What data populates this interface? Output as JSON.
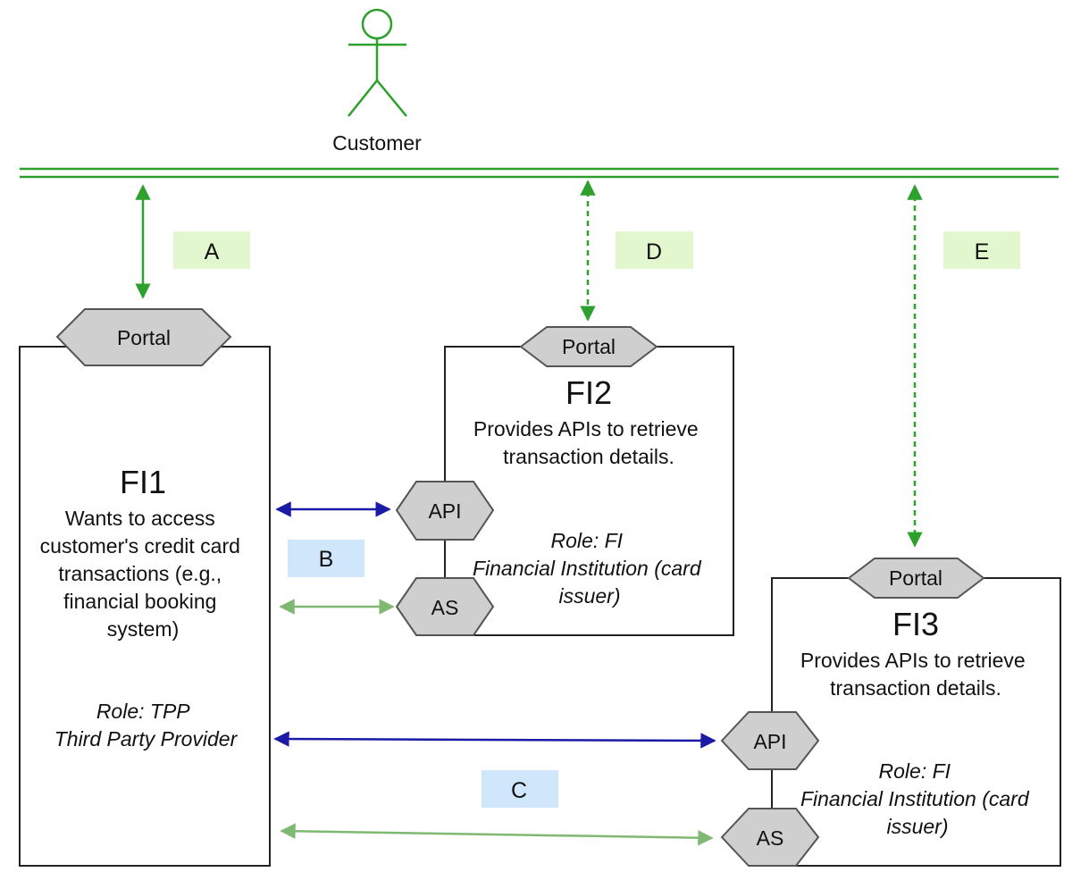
{
  "customer": {
    "label": "Customer"
  },
  "colors": {
    "green": "#2ea02e",
    "green_light": "#7fb871",
    "blue": "#1a1aa6",
    "shape_fill": "#cfcfcf",
    "shape_stroke": "#555555",
    "label_green_bg": "#e3f7cf",
    "label_blue_bg": "#cfe6fb"
  },
  "connection_labels": {
    "a": "A",
    "b": "B",
    "c": "C",
    "d": "D",
    "e": "E"
  },
  "fi1": {
    "title": "FI1",
    "description_lines": [
      "Wants to access",
      "customer's credit card",
      "transactions (e.g.,",
      "financial booking",
      "system)"
    ],
    "role_lines": [
      "Role: TPP",
      "Third Party Provider"
    ],
    "portal": "Portal"
  },
  "fi2": {
    "title": "FI2",
    "description_lines": [
      "Provides APIs to retrieve",
      "transaction details."
    ],
    "role_lines": [
      "Role: FI",
      "Financial Institution (card",
      "issuer)"
    ],
    "portal": "Portal",
    "api": "API",
    "as": "AS"
  },
  "fi3": {
    "title": "FI3",
    "description_lines": [
      "Provides APIs to retrieve",
      "transaction details."
    ],
    "role_lines": [
      "Role: FI",
      "Financial Institution (card",
      "issuer)"
    ],
    "portal": "Portal",
    "api": "API",
    "as": "AS"
  }
}
